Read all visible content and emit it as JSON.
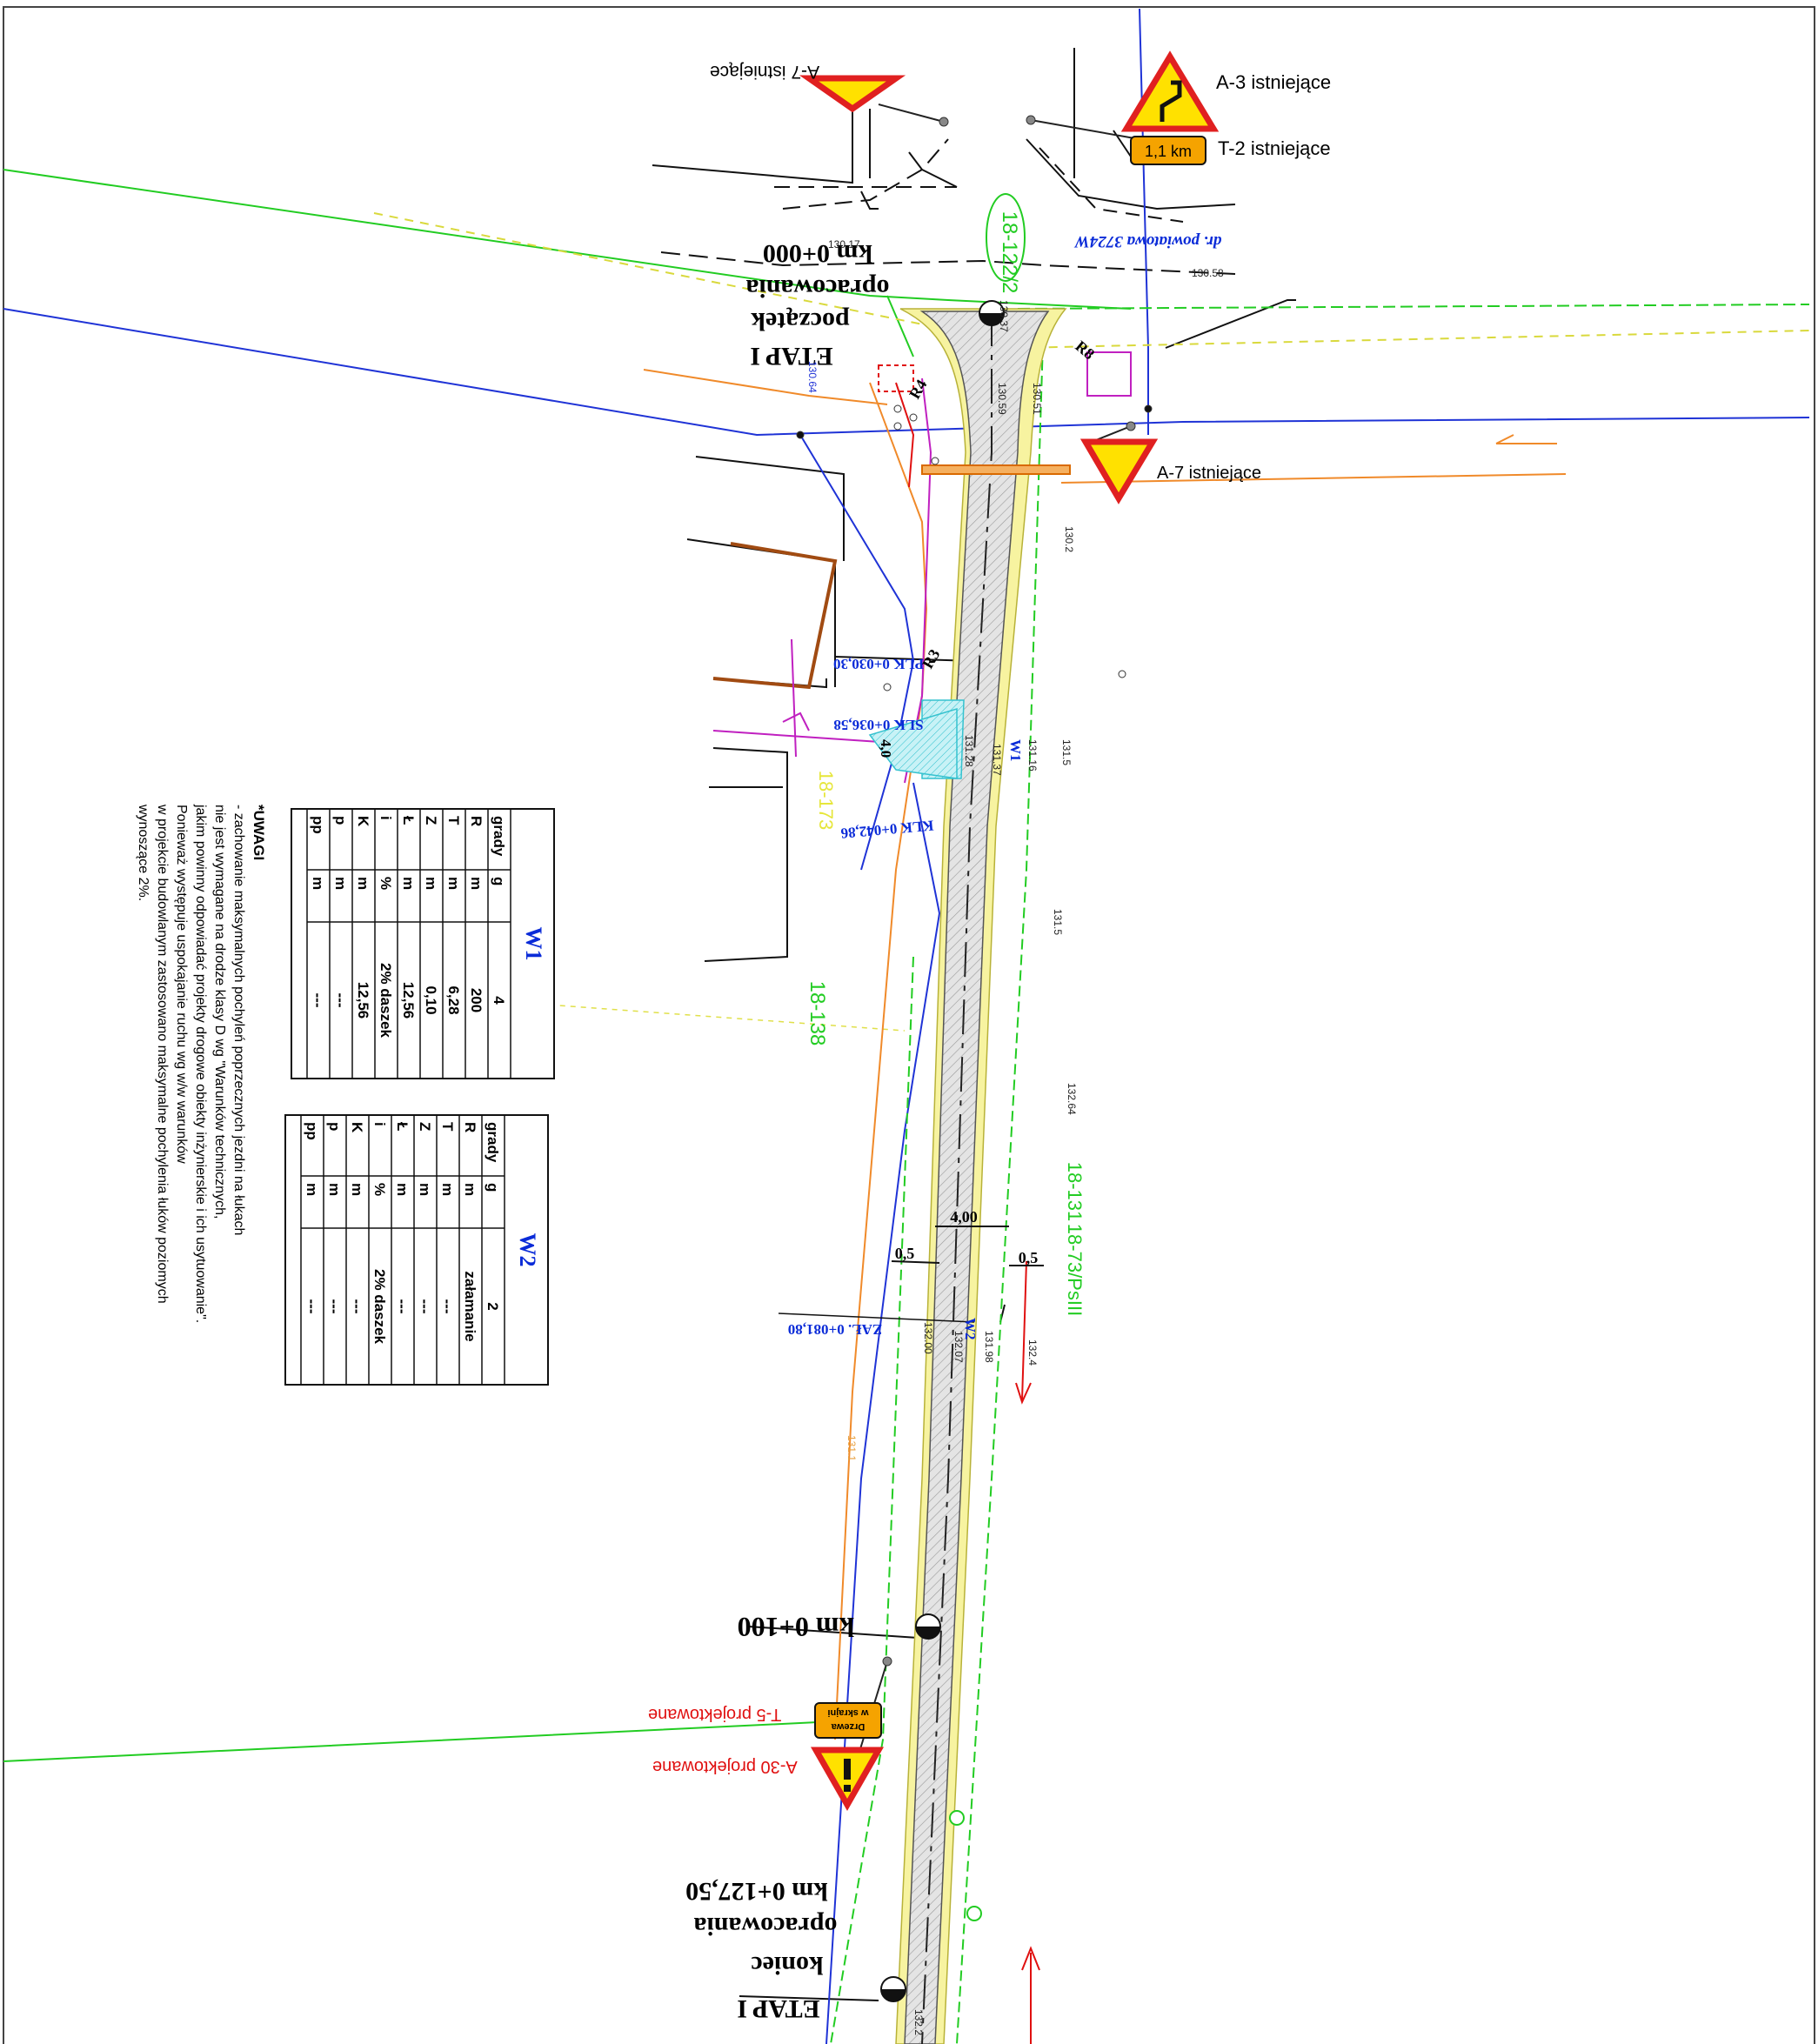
{
  "signs": {
    "a7_top": "A-7 istniejące",
    "a3": "A-3 istniejące",
    "t2": "T-2 istniejące",
    "t2_plate": "1,1 km",
    "a7_mid": "A-7 istniejące",
    "t5": "T-5 projektowane",
    "t5_plate_l1": "Drzewa",
    "t5_plate_l2": "w skrajni",
    "a30": "A-30 projektowane"
  },
  "road": {
    "name": "dr. powiatowa 3724W",
    "start_km": "km 0+000",
    "start_l1": "początek",
    "start_l2": "opracowania",
    "start_etap": "ETAP I",
    "km100": "km 0+100",
    "end_l1": "koniec",
    "end_l2": "opracowania",
    "end_km": "km 0+127,50",
    "end_etap": "ETAP I",
    "width_lane": "4,00",
    "shoulder_l": "0,5",
    "shoulder_r": "0,5",
    "plk": "PLK 0+030,30",
    "slk": "SLK 0+036,58",
    "klk": "KLK 0+042,86",
    "zal": "ZAŁ. 0+081,80",
    "w1_tag": "W1",
    "w2_tag": "W2",
    "dim_40": "4,0",
    "r3": "R3",
    "r4": "R4",
    "r8": "R8"
  },
  "parcels": {
    "p1": "18-122/2",
    "p2": "18-138",
    "p3": "18-131",
    "p4": "18-73/PsIII",
    "p5": "18-173"
  },
  "levels": {
    "l1": "130.17",
    "l2": "130.58",
    "l3": "130.37",
    "l4": "130.59",
    "l5": "130.51",
    "l6": "130.2",
    "l7": "131.5",
    "l8": "131.5",
    "l9": "132.64",
    "l10": "131.16",
    "l11": "131.28",
    "l12": "131.37",
    "l13": "132.00",
    "l14": "132.07",
    "l15": "131.98",
    "l16": "132.4",
    "l17": "132.2",
    "l18": "131.1",
    "l19": "130.64"
  },
  "table_w1": {
    "title": "W1",
    "rows": [
      [
        "grady",
        "g",
        "4"
      ],
      [
        "R",
        "m",
        "200"
      ],
      [
        "T",
        "m",
        "6,28"
      ],
      [
        "Z",
        "m",
        "0,10"
      ],
      [
        "Ł",
        "m",
        "12,56"
      ],
      [
        "i",
        "%",
        "2% daszek"
      ],
      [
        "K",
        "m",
        "12,56"
      ],
      [
        "p",
        "m",
        "---"
      ],
      [
        "pp",
        "m",
        "---"
      ]
    ]
  },
  "table_w2": {
    "title": "W2",
    "rows": [
      [
        "grady",
        "g",
        "2"
      ],
      [
        "R",
        "m",
        "załamanie"
      ],
      [
        "T",
        "m",
        "---"
      ],
      [
        "Z",
        "m",
        "---"
      ],
      [
        "Ł",
        "m",
        "---"
      ],
      [
        "i",
        "%",
        "2% daszek"
      ],
      [
        "K",
        "m",
        "---"
      ],
      [
        "p",
        "m",
        "---"
      ],
      [
        "pp",
        "m",
        "---"
      ]
    ]
  },
  "notes": {
    "header": "*UWAGI",
    "lines": [
      "- zachowanie maksymalnych pochyleń poprzecznych jezdni na łukach",
      "nie jest wymagane na drodze klasy D wg \"Warunków technicznych,",
      "jakim powinny odpowiadać projekty drogowe obiekty inżynierskie i ich usytuowanie\".",
      "Ponieważ występuje uspokajanie ruchu wg w/w warunków",
      "w projekcie budowlanym zastosowano maksymalne pochylenia łuków poziomych",
      "wynoszące 2%."
    ]
  },
  "colors": {
    "road_fill": "#d4d4d4",
    "shoulder": "#f7f3a0",
    "parcel_line": "#22cc22",
    "water_line": "#1f33d6",
    "gas_line": "#f08a2a",
    "sign_red": "#e02020",
    "sign_yellow": "#ffe100",
    "plate_orange": "#f5a300",
    "label_blue": "#0a2bd8",
    "label_red": "#e01010"
  }
}
